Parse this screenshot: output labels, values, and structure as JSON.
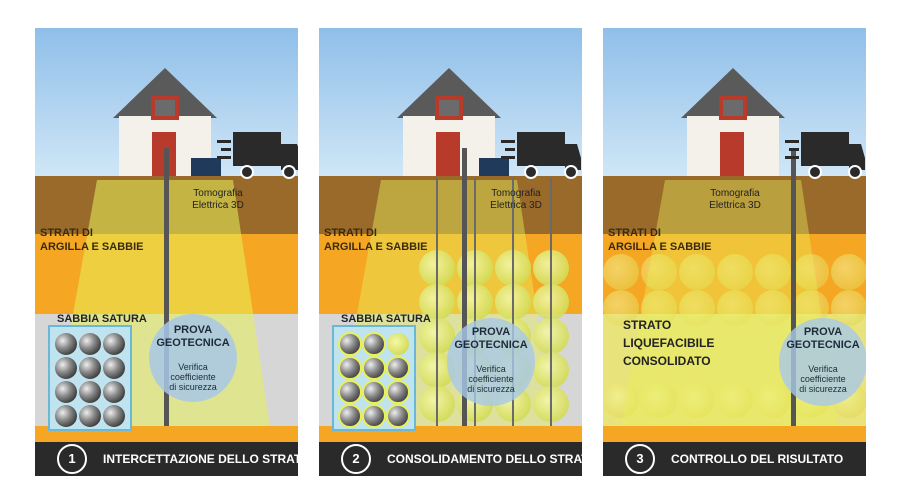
{
  "panels": [
    {
      "step": "1",
      "title": "INTERCETTAZIONE DELLO STRATO",
      "tomografia": [
        "Tomografia",
        "Elettrica 3D"
      ],
      "strati": [
        "STRATI DI",
        "ARGILLA E SABBIE"
      ],
      "sabbia": "SABBIA SATURA",
      "prova": [
        "PROVA",
        "GEOTECNICA"
      ],
      "verifica": [
        "Verifica",
        "coefficiente",
        "di sicurezza"
      ]
    },
    {
      "step": "2",
      "title": "CONSOLIDAMENTO DELLO STRATO",
      "tomografia": [
        "Tomografia",
        "Elettrica 3D"
      ],
      "strati": [
        "STRATI DI",
        "ARGILLA E SABBIE"
      ],
      "sabbia": "SABBIA SATURA",
      "prova": [
        "PROVA",
        "GEOTECNICA"
      ],
      "verifica": [
        "Verifica",
        "coefficiente",
        "di sicurezza"
      ]
    },
    {
      "step": "3",
      "title": "CONTROLLO DEL RISULTATO",
      "tomografia": [
        "Tomografia",
        "Elettrica 3D"
      ],
      "strati": [
        "STRATI DI",
        "ARGILLA E SABBIE"
      ],
      "strato": [
        "STRATO",
        "LIQUEFACIBILE",
        "CONSOLIDATO"
      ],
      "prova": [
        "PROVA",
        "GEOTECNICA"
      ],
      "verifica": [
        "Verifica",
        "coefficiente",
        "di sicurezza"
      ]
    }
  ],
  "colors": {
    "sky": "#9fc8ec",
    "clay": "#9a6a2a",
    "sand": "#f5a623",
    "saturated": "#d9d9d9",
    "beam": "#e6ef5a",
    "caption": "#2a2a2a"
  },
  "icons": [
    "house-icon",
    "truck-icon",
    "sphere-icon",
    "probe-icon"
  ]
}
